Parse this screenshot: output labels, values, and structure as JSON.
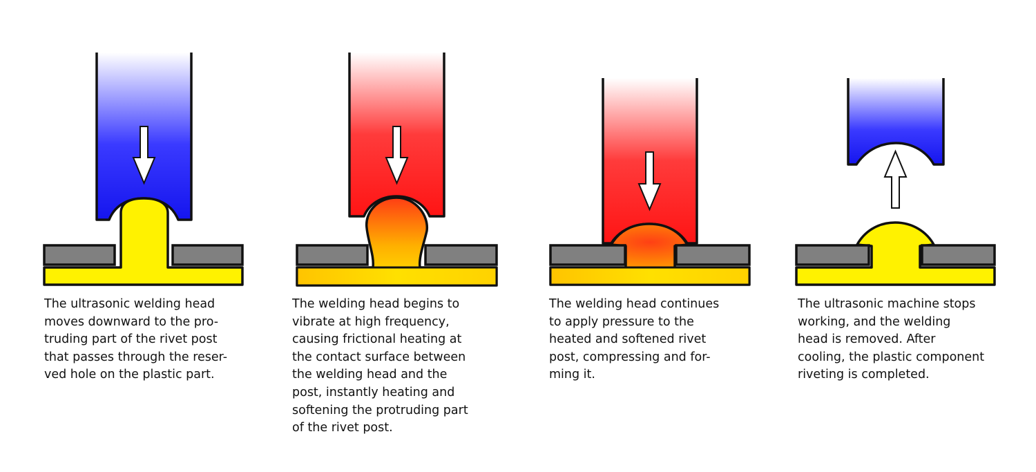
{
  "steps": [
    {
      "head": "blue",
      "state": "descending",
      "post": "straight",
      "caption_lines": [
        "The ultrasonic welding head",
        "moves downward to the pro-",
        "truding part of the rivet post",
        "that passes through the reser-",
        "ved hole on the plastic part."
      ]
    },
    {
      "head": "red",
      "state": "vibrating",
      "post": "softening",
      "caption_lines": [
        "The welding head begins to",
        "vibrate at high frequency,",
        "causing frictional heating at",
        "the contact surface between",
        "the welding head and the",
        "post, instantly heating and",
        "softening the protruding part",
        "of the rivet post."
      ]
    },
    {
      "head": "red",
      "state": "pressing",
      "post": "forming",
      "caption_lines": [
        "The welding head continues",
        "to apply pressure to the",
        "heated and softened rivet",
        "post, compressing and for-",
        "ming it."
      ]
    },
    {
      "head": "blue",
      "state": "retracting",
      "post": "riveted",
      "caption_lines": [
        "The ultrasonic machine stops",
        "working, and the welding",
        "head is removed. After",
        "cooling, the plastic component",
        "riveting is completed."
      ]
    }
  ],
  "colors": {
    "cold_head": "#1a1af0",
    "hot_head": "#ff1a1a",
    "post": "#fff200",
    "heated_post": "#ff5a14",
    "plate": "#808080",
    "outline": "#111111",
    "arrow": "#ffffff"
  }
}
